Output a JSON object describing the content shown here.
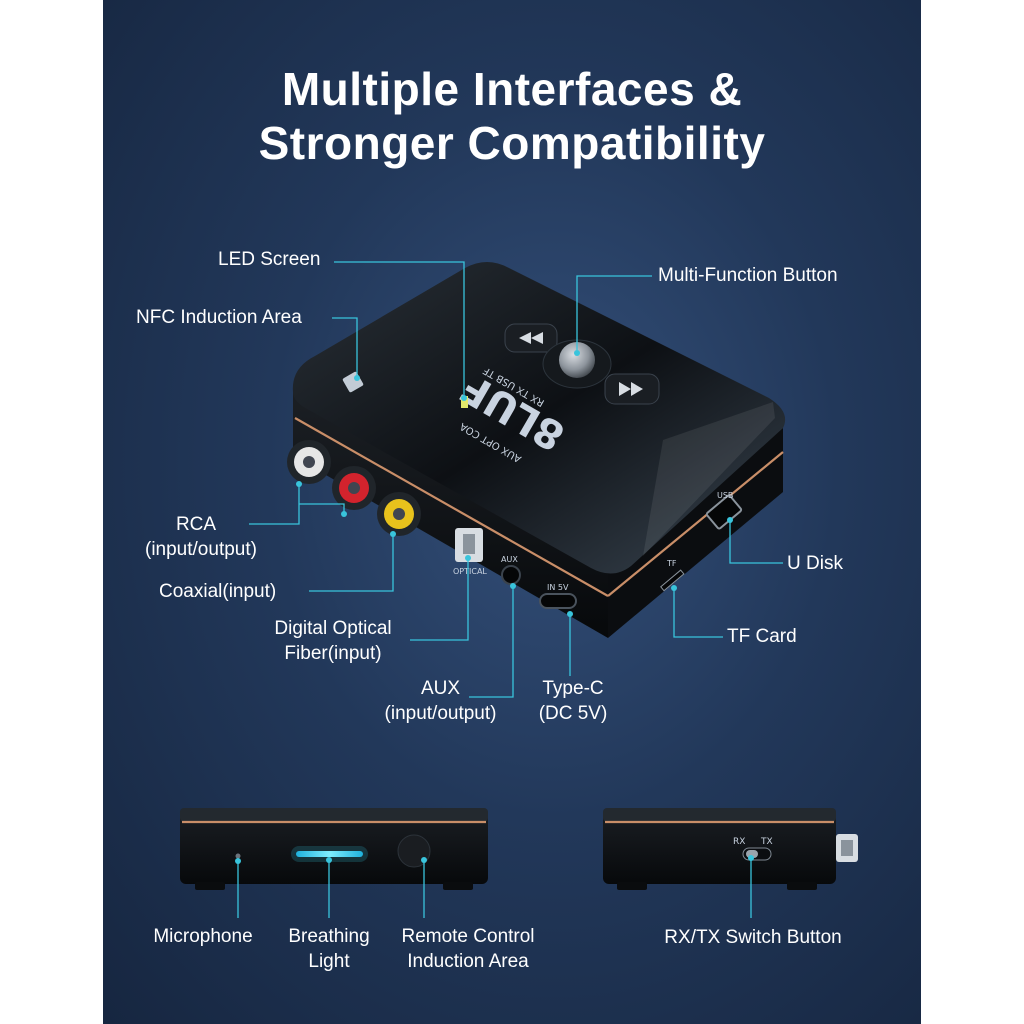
{
  "header": {
    "title_line1": "Multiple Interfaces &",
    "title_line2": "Stronger Compatibility"
  },
  "labels": {
    "led_screen": "LED Screen",
    "multi_function_button": "Multi-Function Button",
    "nfc_area": "NFC Induction Area",
    "rca_line1": "RCA",
    "rca_line2": "(input/output)",
    "coaxial": "Coaxial(input)",
    "optical_line1": "Digital Optical",
    "optical_line2": "Fiber(input)",
    "aux_line1": "AUX",
    "aux_line2": "(input/output)",
    "typec_line1": "Type-C",
    "typec_line2": "(DC 5V)",
    "u_disk": "U Disk",
    "tf_card": "TF Card",
    "microphone": "Microphone",
    "breathing_line1": "Breathing",
    "breathing_line2": "Light",
    "remote_line1": "Remote Control",
    "remote_line2": "Induction Area",
    "rxtx_switch": "RX/TX Switch Button"
  },
  "device_print": {
    "screen_digits": "8LUF",
    "modes_top": "AUX   OPT  COA",
    "modes_bottom": "RX   TX   USB   TF",
    "optical_port": "OPTICAL",
    "aux_port": "AUX",
    "typec_port": "IN 5V",
    "usb_port": "USB",
    "tf_port": "TF",
    "switch_rx": "RX",
    "switch_tx": "TX"
  },
  "colors": {
    "background": "#1d3150",
    "accent_lines": "#39c4dc",
    "device_body": "#101317",
    "copper_trim": "#c98e68",
    "rca_white": "#e6e6e6",
    "rca_red": "#d3232d",
    "rca_yellow": "#e8c21c",
    "breathing_light": "#36d8f2"
  }
}
